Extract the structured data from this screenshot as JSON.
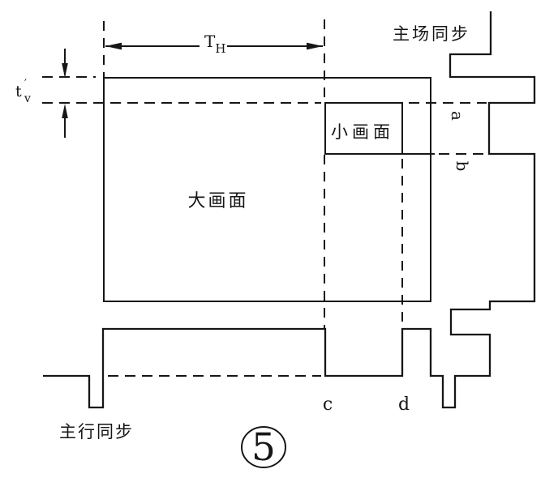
{
  "labels": {
    "field_sync": "主场同步",
    "line_sync": "主行同步",
    "big_picture": "大画面",
    "small_picture": "小画面",
    "th_base": "T",
    "th_sub": "H",
    "tv_base": "t",
    "tv_prime": "′",
    "tv_sub": "v",
    "point_a": "a",
    "point_b": "b",
    "point_c": "c",
    "point_d": "d",
    "figure_number": "5"
  },
  "colors": {
    "ink": "#161616",
    "background": "#ffffff"
  }
}
